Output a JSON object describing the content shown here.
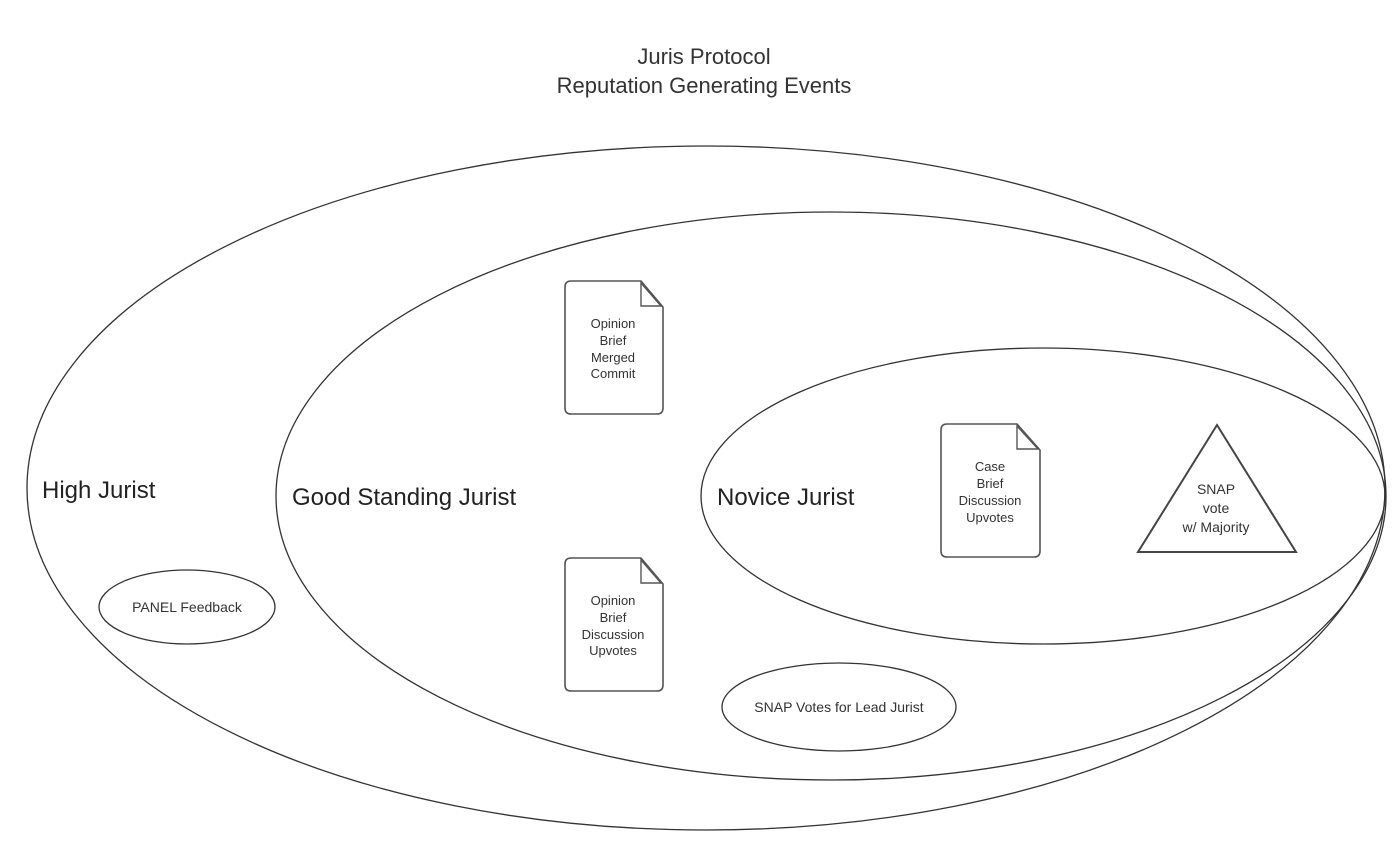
{
  "title": {
    "line1": "Juris Protocol",
    "line2": "Reputation Generating Events"
  },
  "tiers": {
    "high": {
      "label": "High Jurist"
    },
    "good_standing": {
      "label": "Good Standing Jurist"
    },
    "novice": {
      "label": "Novice Jurist"
    }
  },
  "events": {
    "panel_feedback": {
      "shape": "ellipse",
      "lines": [
        "PANEL Feedback"
      ]
    },
    "opinion_brief_merged_commit": {
      "shape": "document",
      "lines": [
        "Opinion",
        "Brief",
        "Merged",
        "Commit"
      ]
    },
    "opinion_brief_discussion_upvotes": {
      "shape": "document",
      "lines": [
        "Opinion",
        "Brief",
        "Discussion",
        "Upvotes"
      ]
    },
    "snap_votes_lead_jurist": {
      "shape": "ellipse",
      "lines": [
        "SNAP Votes for Lead Jurist"
      ]
    },
    "case_brief_discussion_upvotes": {
      "shape": "document",
      "lines": [
        "Case",
        "Brief",
        "Discussion",
        "Upvotes"
      ]
    },
    "snap_vote_majority": {
      "shape": "triangle",
      "lines": [
        "SNAP",
        "vote",
        "w/ Majority"
      ]
    }
  },
  "colors": {
    "stroke": "#333333",
    "text": "#333333",
    "background": "#ffffff"
  }
}
